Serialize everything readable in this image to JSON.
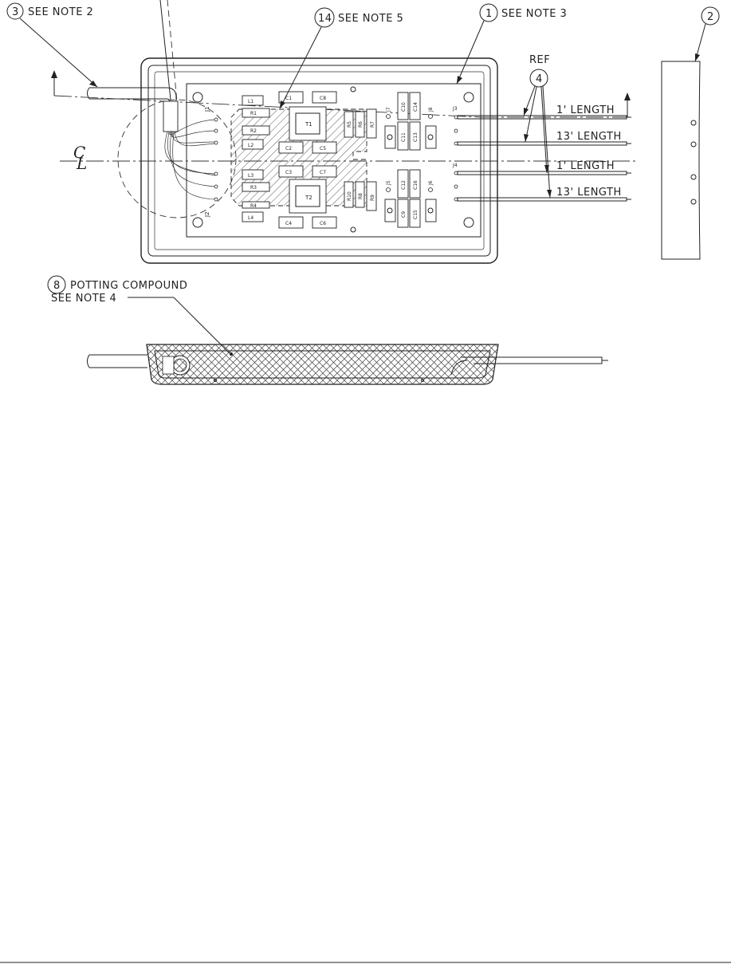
{
  "callouts": {
    "c3": {
      "num": "3",
      "note": "SEE NOTE 2"
    },
    "c14": {
      "num": "14",
      "note": "SEE NOTE 5"
    },
    "c1": {
      "num": "1",
      "note": "SEE NOTE 3"
    },
    "c2": {
      "num": "2"
    },
    "c4": {
      "num": "4",
      "ref": "REF"
    },
    "c8": {
      "num": "8",
      "title": "POTTING COMPOUND",
      "note": "SEE NOTE 4"
    }
  },
  "centerline": {
    "c": "C",
    "l": "L"
  },
  "leads": [
    "1' LENGTH",
    "13' LENGTH",
    "1' LENGTH",
    "13' LENGTH"
  ],
  "connectors": [
    "J1",
    "J2",
    "J3",
    "J4",
    "J5",
    "J6",
    "J7",
    "J8"
  ],
  "components": {
    "L1": "L1",
    "C1": "C1",
    "C8": "C8",
    "R1": "R1",
    "R2": "R2",
    "L2": "L2",
    "T1": "T1",
    "C2": "C2",
    "C5": "C5",
    "L3": "L3",
    "R3": "R3",
    "C3": "C3",
    "C7": "C7",
    "T2": "T2",
    "R4": "R4",
    "L4": "L4",
    "C4": "C4",
    "C6": "C6",
    "R5": "R5",
    "R6": "R6",
    "R7": "R7",
    "R8": "R8",
    "R9": "R9",
    "R10": "R10",
    "C9": "C9",
    "C10": "C10",
    "C11": "C11",
    "C12": "C12",
    "C13": "C13",
    "C14": "C14",
    "C15": "C15",
    "C16": "C16"
  }
}
